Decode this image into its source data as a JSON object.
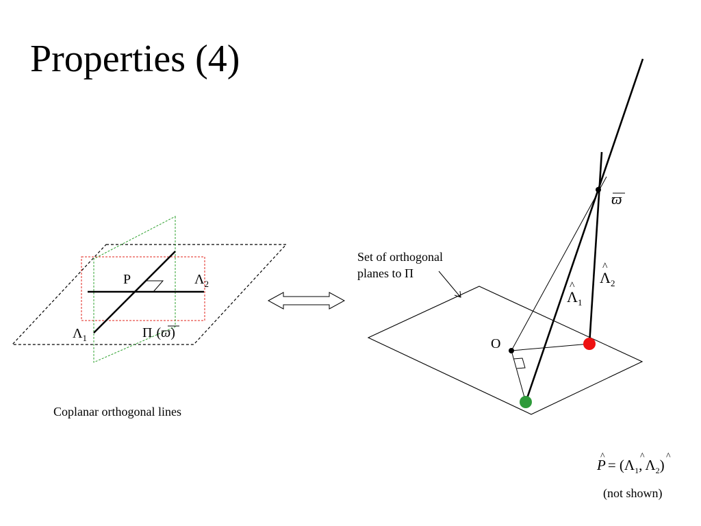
{
  "slide": {
    "title": "Properties (4)"
  },
  "left_figure": {
    "point_label": "P",
    "line1_label": "Λ",
    "line1_subscript": "1",
    "line2_label": "Λ",
    "line2_subscript": "2",
    "plane_label": "Π",
    "plane_arg": "ϖ",
    "caption": "Coplanar orthogonal lines"
  },
  "right_figure": {
    "omega_label": "ϖ",
    "origin_label": "O",
    "planes_note_line1": "Set of orthogonal",
    "planes_note_line2": "planes to Π",
    "hat_line1_label": "Λ",
    "hat_line1_subscript": "1",
    "hat_line2_label": "Λ",
    "hat_line2_subscript": "2",
    "formula_lhs": "P",
    "formula_eq": "= (",
    "formula_comma": ",",
    "formula_rhs_close": ")",
    "formula_note": "(not shown)"
  },
  "colors": {
    "plane_outline": "#000000",
    "horizontal_rect": "#e0201a",
    "vertical_plane": "#2ca02c",
    "red_point": "#ee1111",
    "green_point": "#2e9a3a"
  }
}
